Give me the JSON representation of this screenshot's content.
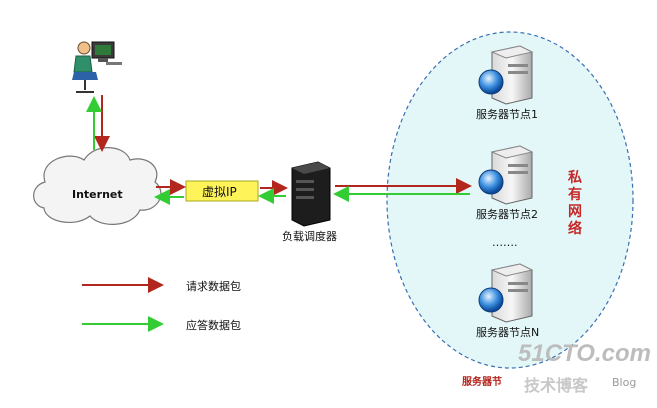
{
  "nodes": {
    "internet": "Internet",
    "vip": "虚拟IP",
    "scheduler": "负载调度器",
    "server1": "服务器节点1",
    "server2": "服务器节点2",
    "serverN": "服务器节点N",
    "ellipsis": "……."
  },
  "private_network": [
    "私",
    "有",
    "网",
    "络"
  ],
  "legend": {
    "request": "请求数据包",
    "response": "应答数据包"
  },
  "bottom_label": "服务器节",
  "watermark": {
    "site": "51CTO.com",
    "tagline": "技术博客",
    "blog": "Blog"
  },
  "colors": {
    "request": "#b3261e",
    "response": "#33cc33",
    "vip_fill": "#fff35a",
    "network_fill": "#e3f7f9",
    "private_text": "#c62828",
    "watermark": "#bdbdbd"
  }
}
